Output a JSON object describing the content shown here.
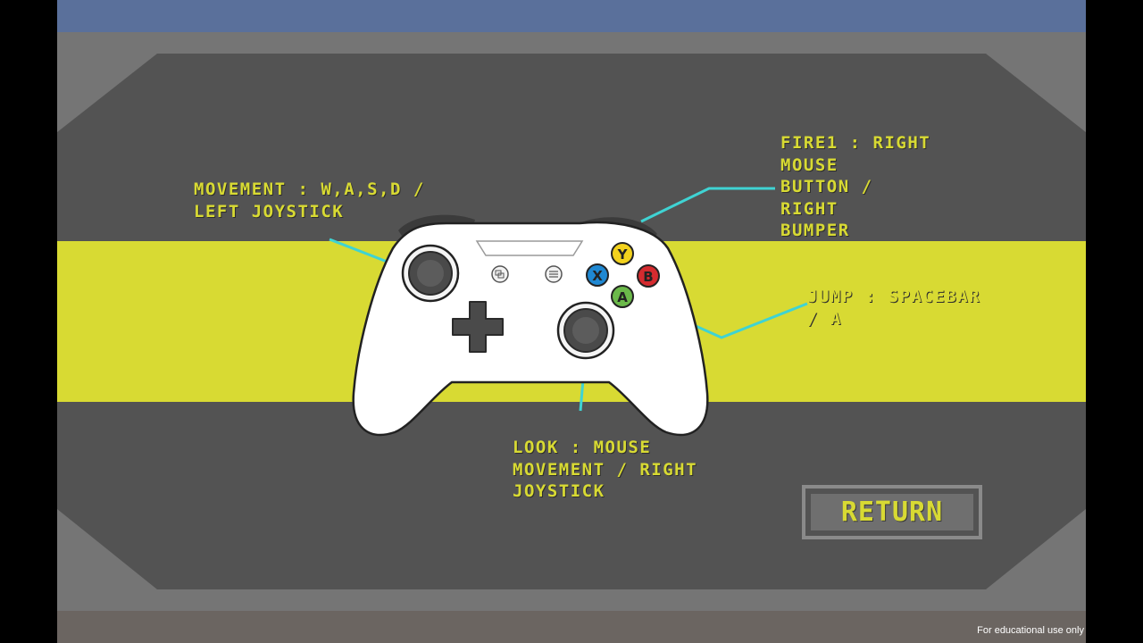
{
  "controls": {
    "movement": "MOVEMENT : W,A,S,D / \nLEFT JOYSTICK",
    "fire": "FIRE1 : RIGHT\nMOUSE\nBUTTON /\nRIGHT\nBUMPER",
    "jump": "JUMP : SPACEBAR\n/ A",
    "look": "LOOK : MOUSE\nMOVEMENT / RIGHT\nJOYSTICK"
  },
  "controller": {
    "buttons": {
      "y": "Y",
      "x": "X",
      "b": "B",
      "a": "A"
    },
    "icons": [
      "controller-icon",
      "left-joystick-icon",
      "right-joystick-icon",
      "dpad-icon",
      "view-button-icon",
      "menu-button-icon"
    ]
  },
  "return_button": {
    "label": "RETURN"
  },
  "watermark": "For educational use only",
  "colors": {
    "accent_yellow": "#d8da33",
    "panel": "#535353",
    "pointer_cyan": "#3fd3d3",
    "button_y": "#f3d21d",
    "button_x": "#1f88d2",
    "button_b": "#d52b2f",
    "button_a": "#6bb94a"
  }
}
